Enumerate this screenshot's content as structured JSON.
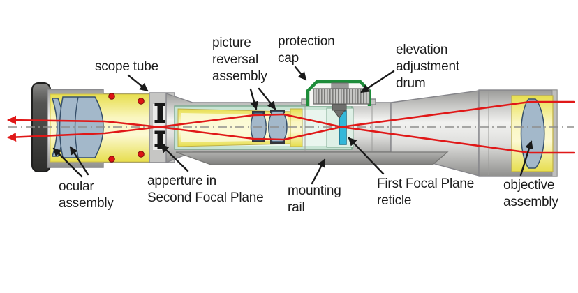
{
  "labels": {
    "scope_tube": "scope tube",
    "picture_reversal_assembly": "picture\nreversal\nassembly",
    "protection_cap": "protection\ncap",
    "elevation_adjustment_drum": "elevation\nadjustment\ndrum",
    "ocular_assembly": "ocular\nassembly",
    "aperture_sfp": "apperture in\nSecond Focal Plane",
    "mounting_rail": "mounting\nrail",
    "ffp_reticle": "First Focal Plane\nreticle",
    "objective_assembly": "objective\nassembly"
  },
  "colors": {
    "label_text": "#1c1c1c",
    "ray_red": "#e01818",
    "axis_gray": "#8e8e8c",
    "arrow_black": "#1a1a1a",
    "body_gray": "#c9c9c7",
    "interior_yellow": "#f2e95e",
    "lens_blue_gray": "#a3b8ca",
    "erector_tube_teal": "#c8e4d4",
    "reticle_cyan": "#33b7d9",
    "protection_cap_green": "#1e8c3a",
    "seal_red": "#dd1414"
  }
}
